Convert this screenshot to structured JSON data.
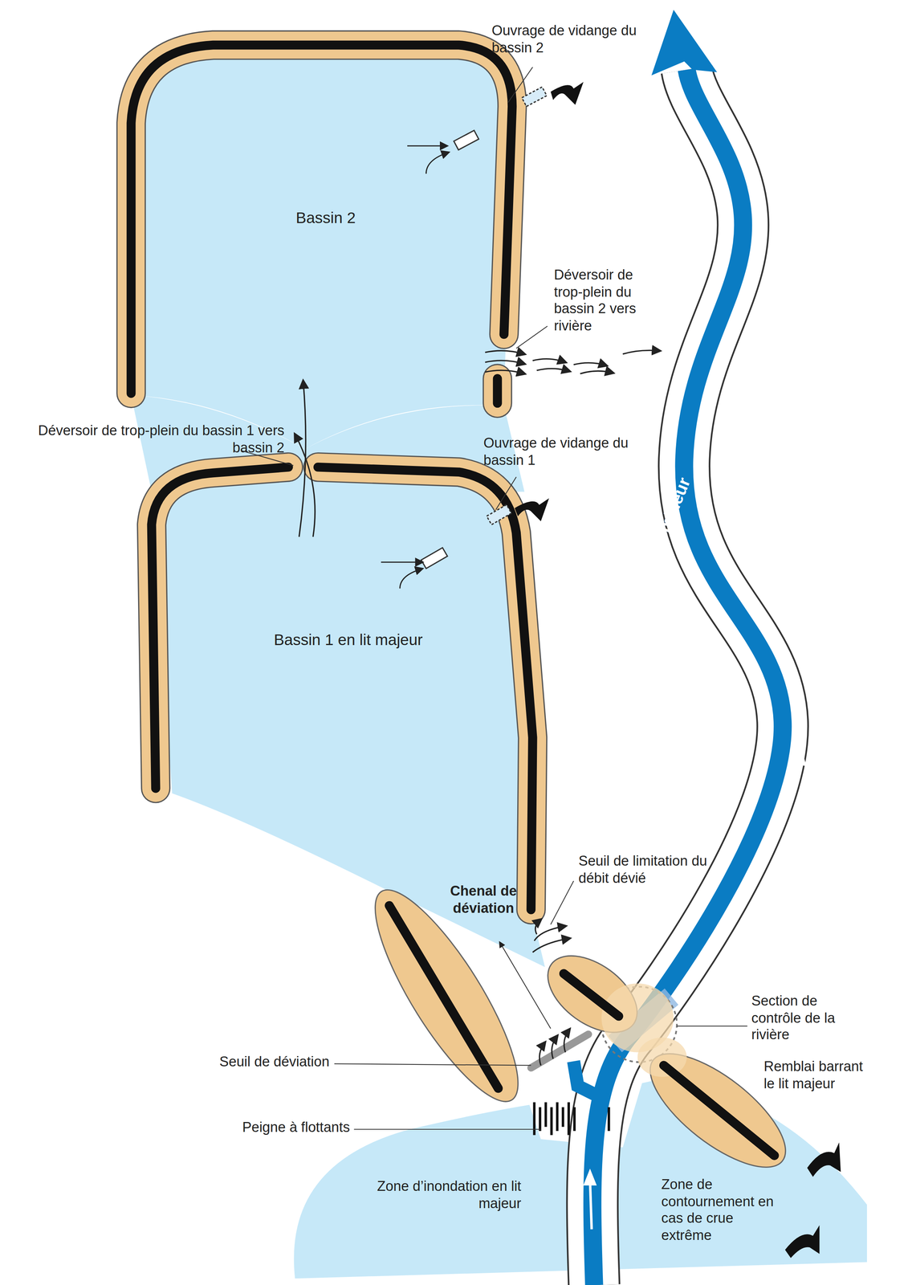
{
  "diagram": {
    "nodes": [
      {
        "text": [
          "Bassin 2"
        ]
      },
      {
        "text": [
          "Bassin 1 en lit majeur"
        ]
      }
    ],
    "edges": [
      {
        "from": 1,
        "to": 0,
        "arrow": "to"
      }
    ],
    "labels": [
      "Ouvrage de vidange du bassin 2",
      "Déversoir de trop-plein du bassin 2 vers rivière",
      "Déversoir de trop-plein du bassin 1 vers bassin 2",
      "Ouvrage de vidange du bassin 1",
      "Lit mineur",
      "Seuil de limitation du débit dévié",
      "Chenal de déviation",
      "Section de contrôle de la rivière",
      "Seuil de déviation",
      "Remblai barrant le lit majeur",
      "Peigne à flottants",
      "Zone d’inondation en lit majeur",
      "Zone de contournement en cas de crue extrême"
    ]
  }
}
